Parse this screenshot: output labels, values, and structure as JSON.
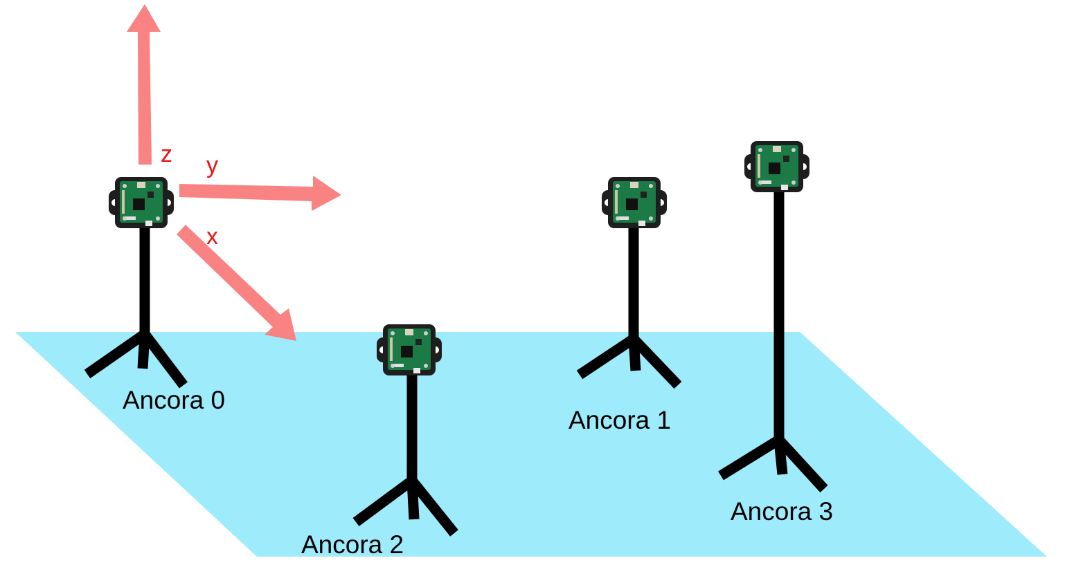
{
  "colors": {
    "floor": "#9EEBFB",
    "axis": "#F98383",
    "axis_label": "#EE1111",
    "stand": "#000000",
    "board": "#1B7A45",
    "case": "#1E1E1E"
  },
  "axes": {
    "z": "z",
    "y": "y",
    "x": "x"
  },
  "anchors": [
    {
      "label": "Ancora 0"
    },
    {
      "label": "Ancora 1"
    },
    {
      "label": "Ancora 2"
    },
    {
      "label": "Ancora 3"
    }
  ]
}
